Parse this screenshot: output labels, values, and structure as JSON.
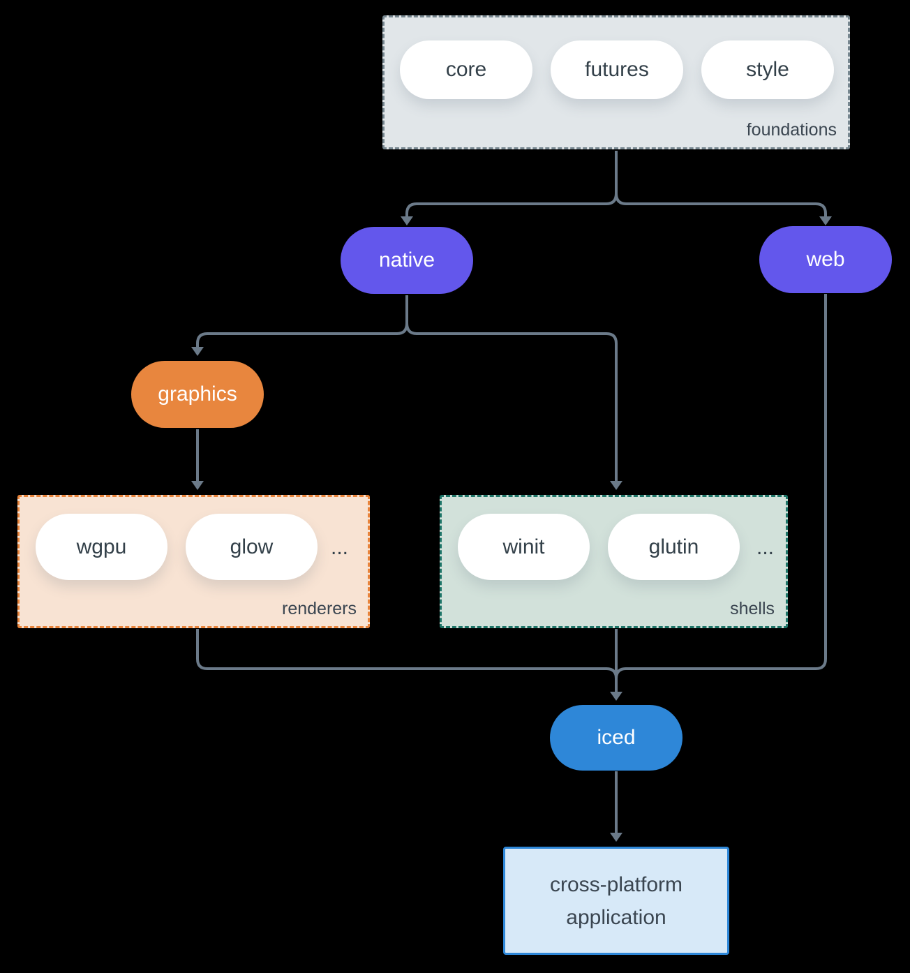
{
  "theme": {
    "bg": "#000000",
    "arrow": "#6b7a89",
    "purple": "#6357ec",
    "orange": "#e8863e",
    "blue": "#2e87d8",
    "white": "#ffffff",
    "gray_fill": "#e1e6e9",
    "gray_border": "#76868f",
    "peach_fill": "#f8e3d3",
    "peach_border": "#e8833a",
    "sage_fill": "#d2e1da",
    "sage_border": "#1e7568",
    "lightblue_fill": "#d7e9f8",
    "lightblue_border": "#2e87d8",
    "pill_text_dark": "#334049",
    "pill_text_light": "#ffffff",
    "label_text": "#3a4550"
  },
  "groups": {
    "foundations": {
      "label": "foundations",
      "items": [
        "core",
        "futures",
        "style"
      ]
    },
    "renderers": {
      "label": "renderers",
      "items": [
        "wgpu",
        "glow"
      ],
      "ellipsis": "..."
    },
    "shells": {
      "label": "shells",
      "items": [
        "winit",
        "glutin"
      ],
      "ellipsis": "..."
    }
  },
  "nodes": {
    "native": {
      "label": "native"
    },
    "web": {
      "label": "web"
    },
    "graphics": {
      "label": "graphics"
    },
    "iced": {
      "label": "iced"
    },
    "application": {
      "line1": "cross-platform",
      "line2": "application"
    }
  }
}
